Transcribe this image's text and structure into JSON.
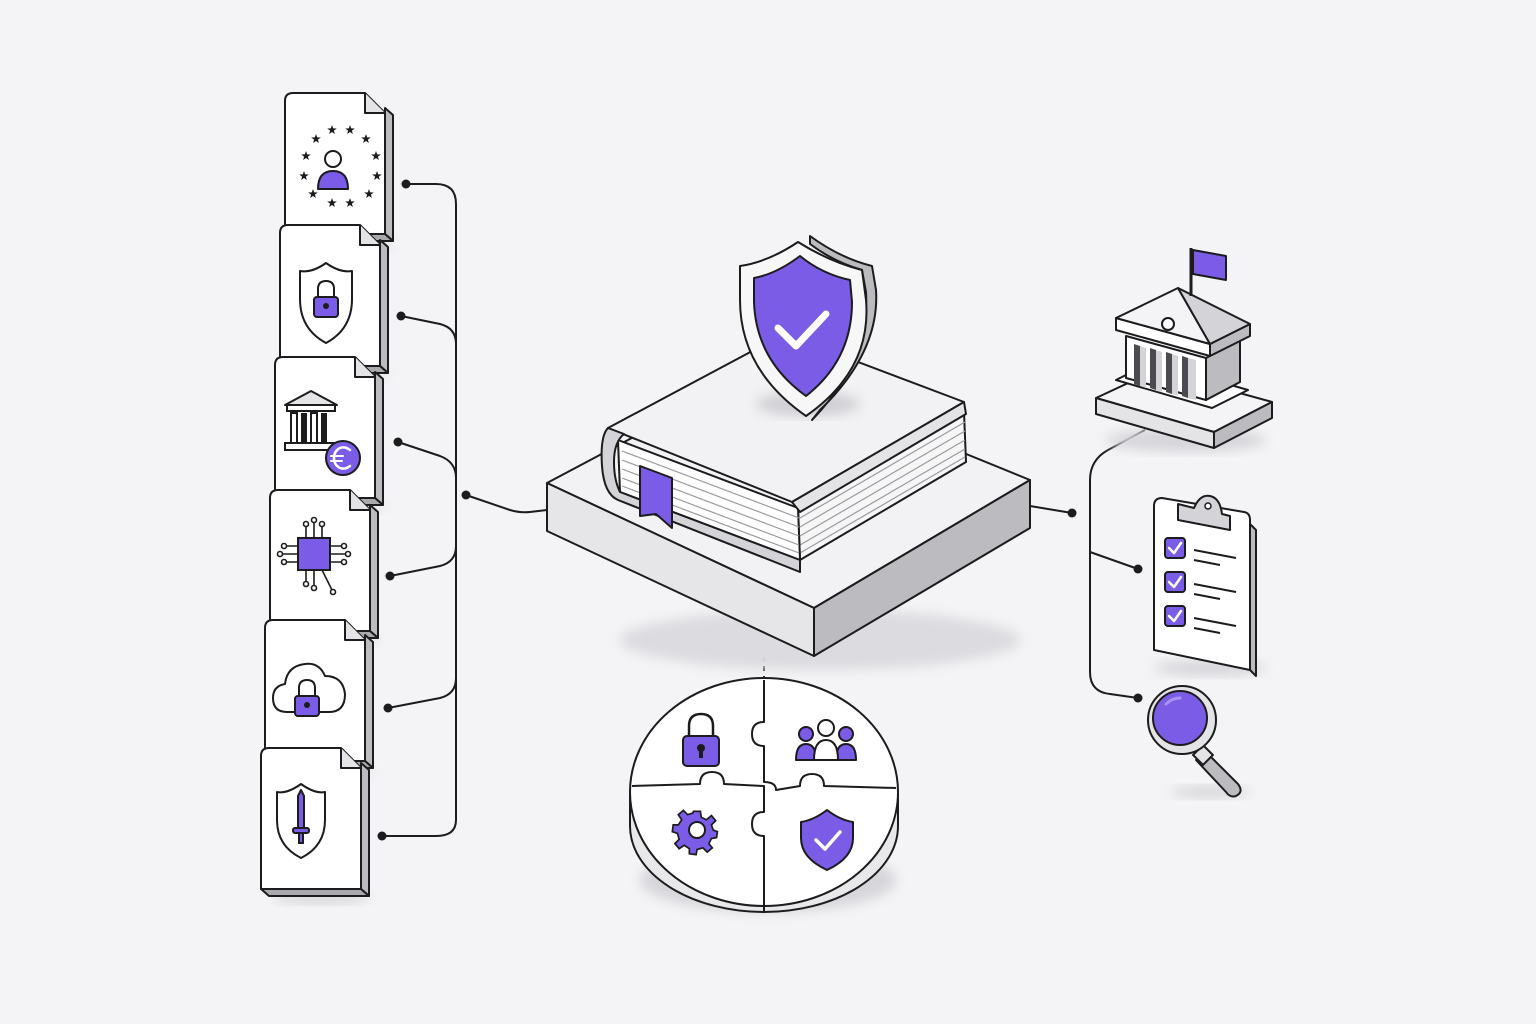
{
  "colors": {
    "background": "#f4f4f6",
    "accent": "#7b5ce6",
    "ink": "#1c1c1e",
    "side_gray": "#bcbcc0",
    "light_gray": "#e4e4e7",
    "surface": "#ffffff"
  },
  "left_documents": [
    {
      "icon": "eu-stars-person-icon"
    },
    {
      "icon": "shield-lock-icon"
    },
    {
      "icon": "bank-euro-icon"
    },
    {
      "icon": "microchip-icon"
    },
    {
      "icon": "cloud-lock-icon"
    },
    {
      "icon": "shield-sword-icon"
    }
  ],
  "center": {
    "platform": "pedestal",
    "book": "book-with-bookmark",
    "badge": "shield-check-icon"
  },
  "puzzle_pieces": [
    {
      "icon": "padlock-icon"
    },
    {
      "icon": "people-group-icon"
    },
    {
      "icon": "gear-icon"
    },
    {
      "icon": "shield-check-icon"
    }
  ],
  "right_items": [
    {
      "icon": "government-building-flag-icon"
    },
    {
      "icon": "checklist-clipboard-icon",
      "checked_items": 3
    },
    {
      "icon": "magnifier-icon"
    }
  ]
}
